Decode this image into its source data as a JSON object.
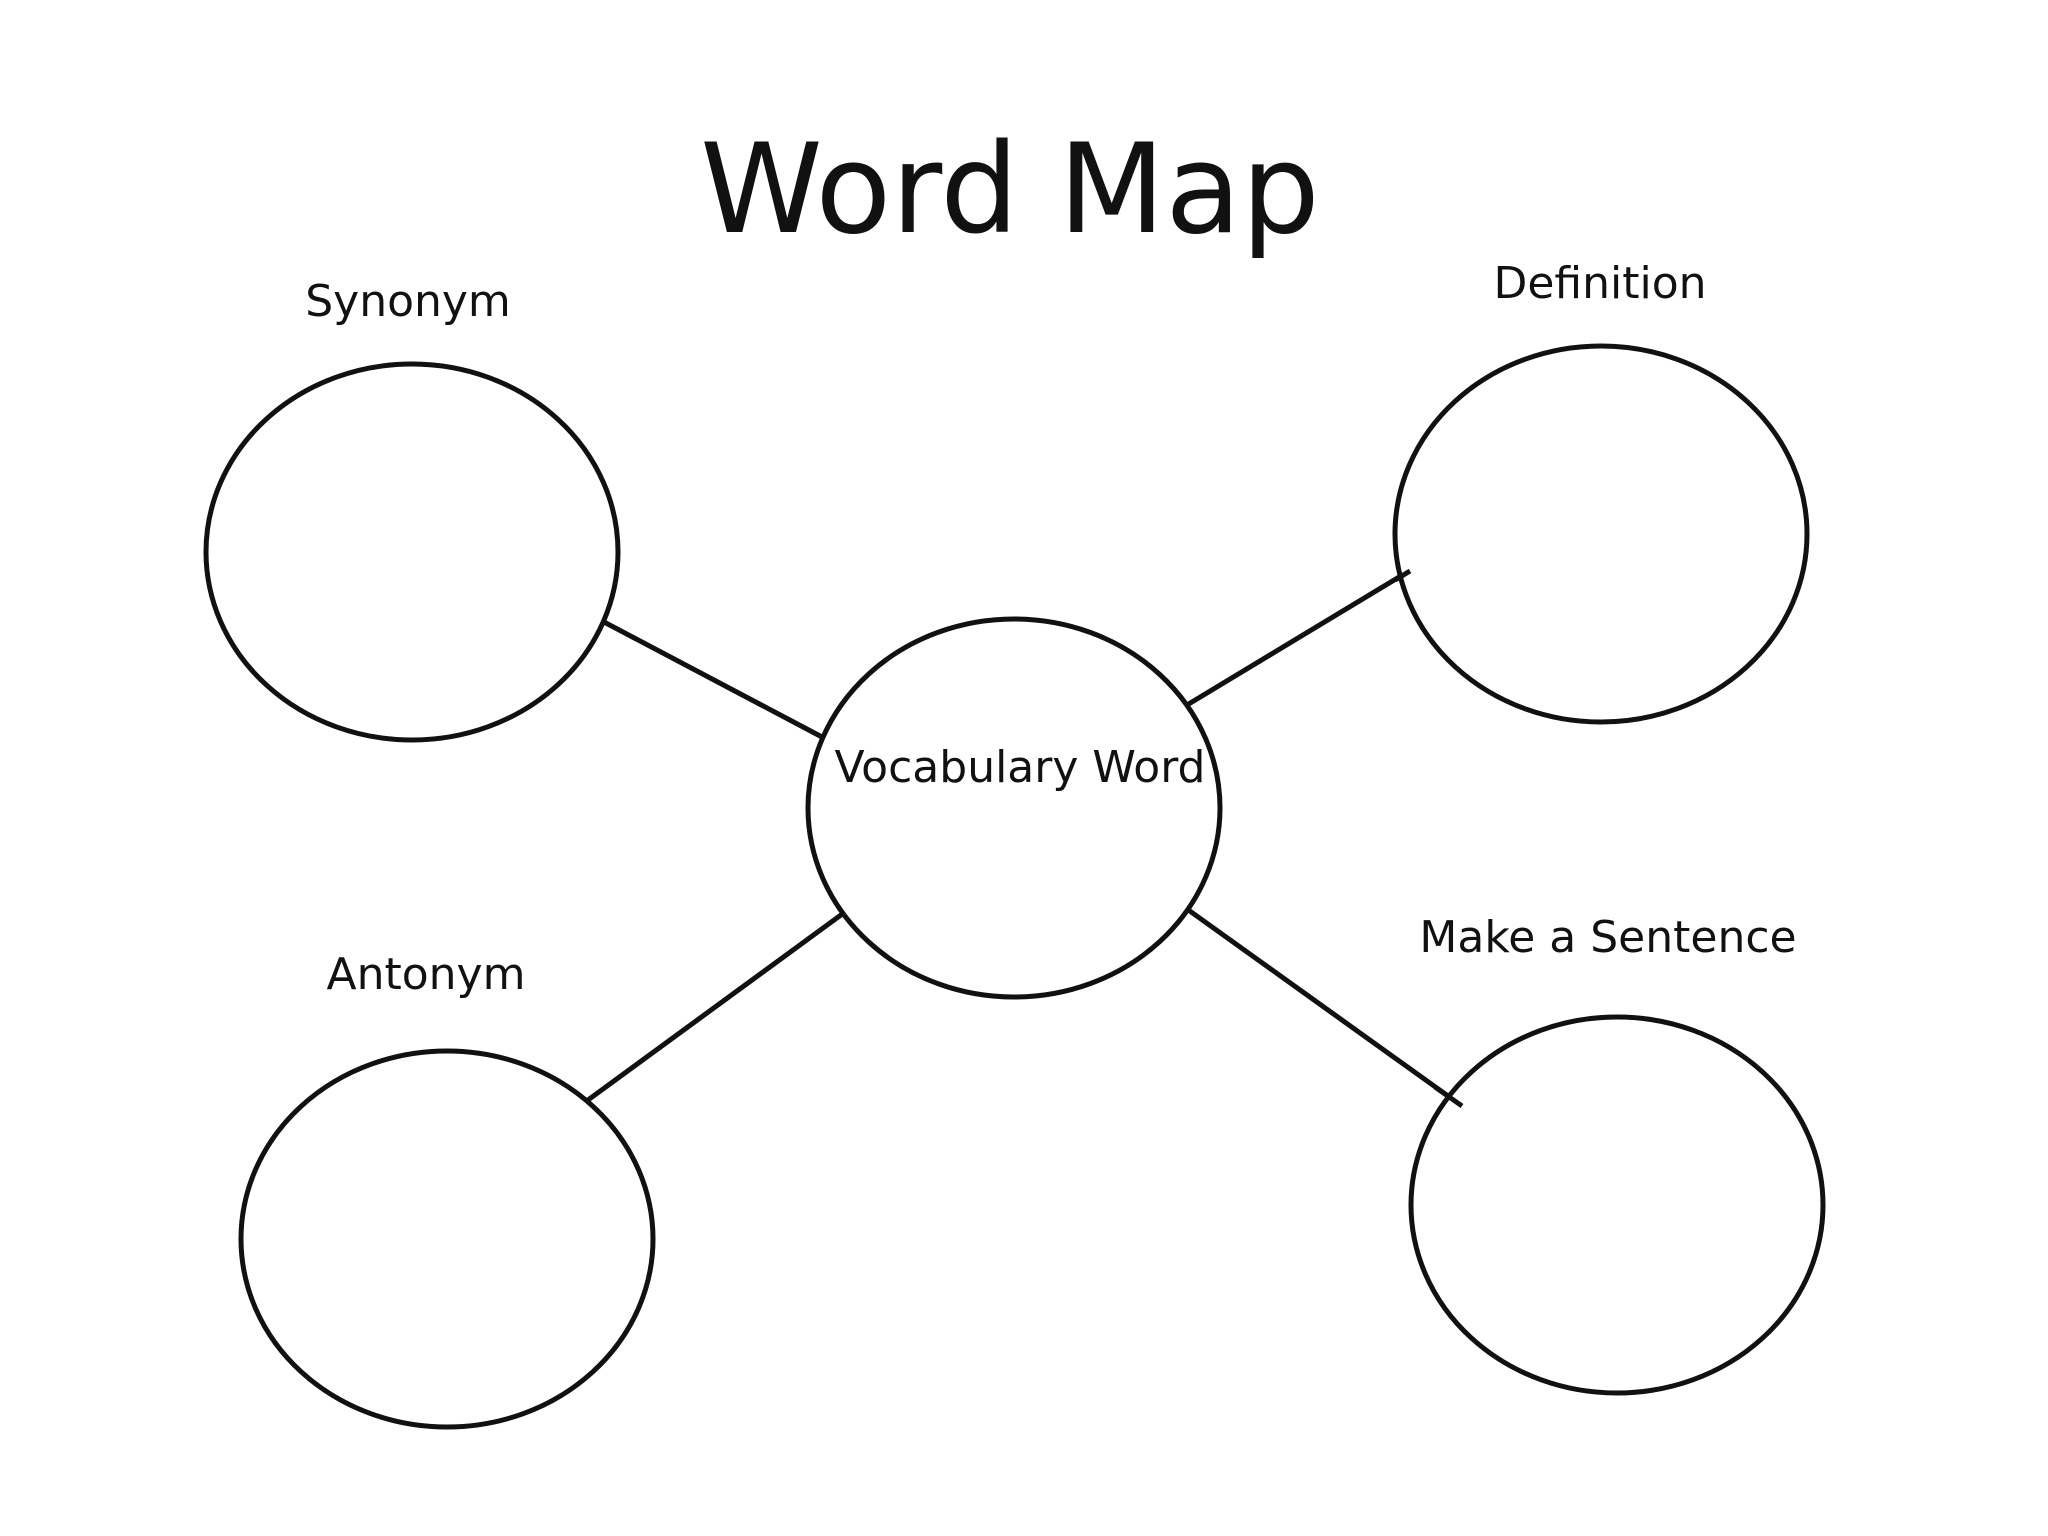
{
  "title": "Word Map",
  "center_label": "Vocabulary Word",
  "categories": {
    "synonym": "Synonym",
    "definition": "Definition",
    "antonym": "Antonym",
    "sentence": "Make a Sentence"
  }
}
